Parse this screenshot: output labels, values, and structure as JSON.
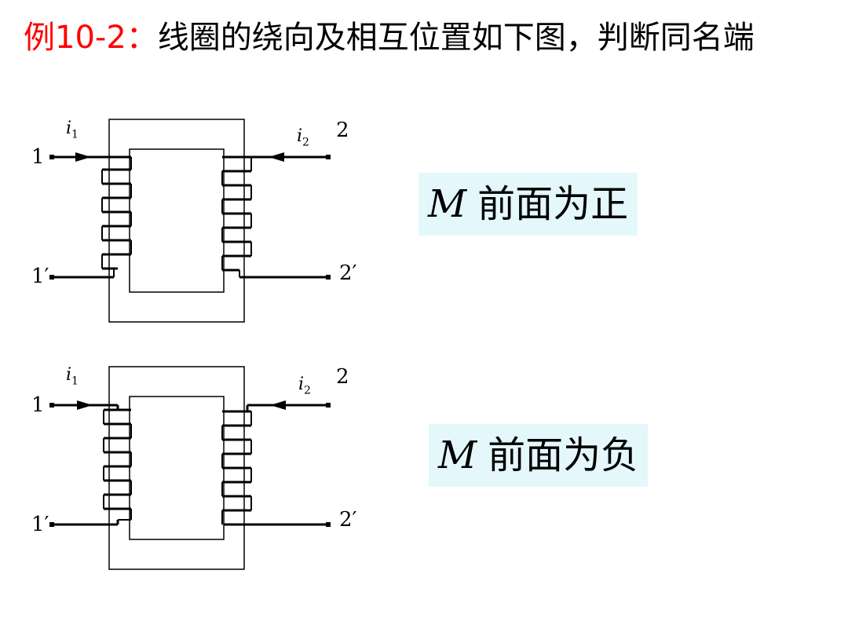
{
  "title": {
    "example": "例10-2：",
    "text": "线圈的绕向及相互位置如下图，判断同名端"
  },
  "diagram_top": {
    "terminals": {
      "t1": "1",
      "t1p": "1′",
      "t2": "2",
      "t2p": "2′"
    },
    "current_1": {
      "symbol": "i",
      "subscript": "1"
    },
    "current_2": {
      "symbol": "i",
      "subscript": "2"
    }
  },
  "diagram_bottom": {
    "terminals": {
      "t1": "1",
      "t1p": "1′",
      "t2": "2",
      "t2p": "2′"
    },
    "current_1": {
      "symbol": "i",
      "subscript": "1"
    },
    "current_2": {
      "symbol": "i",
      "subscript": "2"
    }
  },
  "result_top": {
    "symbol": "M",
    "text": "前面为正"
  },
  "result_bottom": {
    "symbol": "M",
    "text": "前面为负"
  }
}
